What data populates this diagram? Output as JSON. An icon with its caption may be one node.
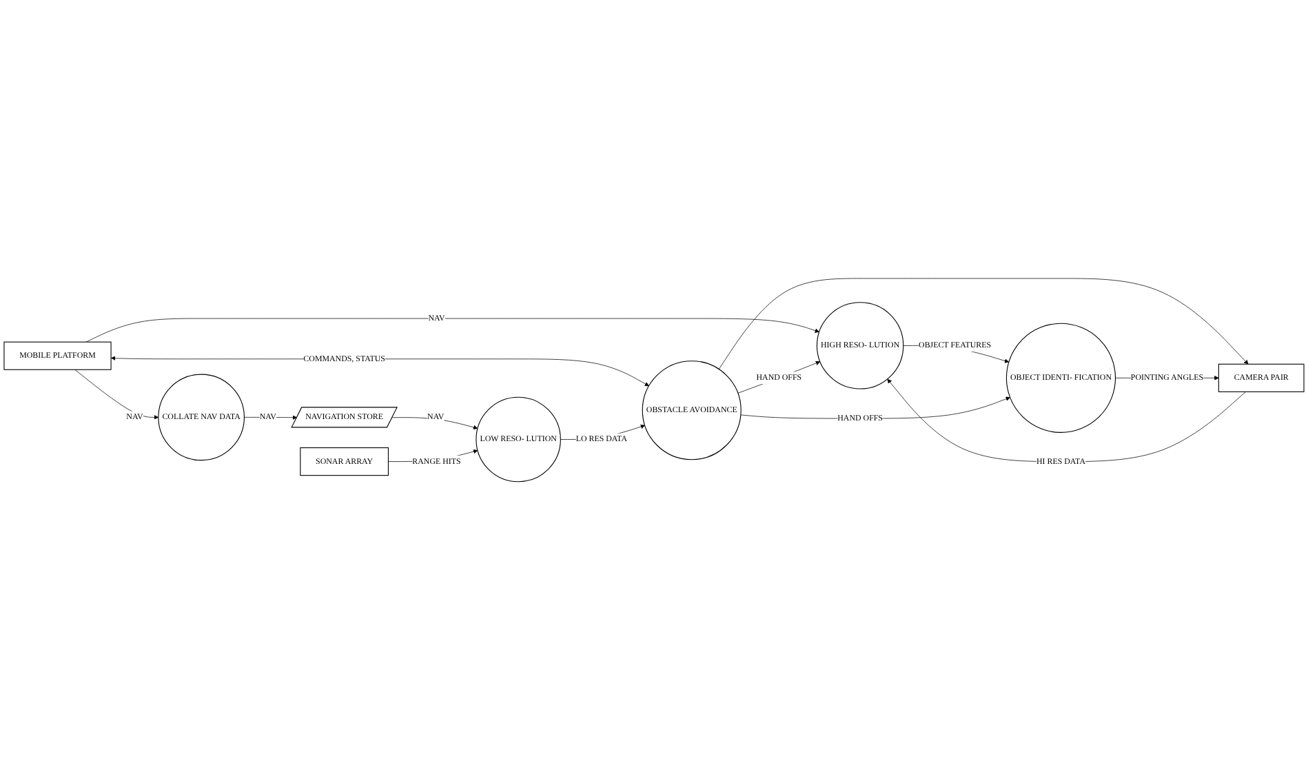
{
  "diagram": {
    "nodes": [
      {
        "text": [
          "COLLATE NAV DATA"
        ]
      },
      {
        "text": [
          "MOBILE PLATFORM"
        ]
      },
      {
        "text": [
          "HIGH RESO- LUTION"
        ]
      },
      {
        "text": [
          "NAVIGATION STORE"
        ]
      },
      {
        "text": [
          "OBSTACLE AVOIDANCE"
        ]
      },
      {
        "text": [
          "CAMERA PAIR"
        ]
      },
      {
        "text": [
          "LOW RESO- LUTION"
        ]
      },
      {
        "text": [
          "SONAR ARRAY"
        ]
      },
      {
        "text": [
          "OBJECT IDENTI- FICATION"
        ]
      }
    ],
    "edges": [
      {
        "from": 1,
        "to": 0,
        "label": "NAV",
        "arrow": "to"
      },
      {
        "from": 1,
        "to": 2,
        "label": "NAV",
        "arrow": "to"
      },
      {
        "from": 1,
        "to": 4,
        "label": "COMMANDS, STATUS",
        "arrow": "both"
      },
      {
        "from": 0,
        "to": 3,
        "label": "NAV",
        "arrow": "to"
      },
      {
        "from": 3,
        "to": 6,
        "label": "NAV",
        "arrow": "to"
      },
      {
        "from": 4,
        "to": 2,
        "label": "HAND OFFS",
        "arrow": "to"
      },
      {
        "from": 5,
        "to": 2,
        "label": "HI RES DATA",
        "arrow": "to"
      },
      {
        "from": 2,
        "to": 8,
        "label": "OBJECT FEATURES",
        "arrow": "to"
      },
      {
        "from": 4,
        "to": 5,
        "arrow": "to"
      },
      {
        "from": 8,
        "to": 5,
        "label": "POINTING ANGLES",
        "arrow": "to"
      },
      {
        "from": 6,
        "to": 4,
        "label": "LO RES DATA",
        "arrow": "to"
      },
      {
        "from": 4,
        "to": 8,
        "label": "HAND OFFS",
        "arrow": "to"
      },
      {
        "from": 7,
        "to": 6,
        "label": "RANGE HITS",
        "arrow": "to"
      }
    ]
  }
}
